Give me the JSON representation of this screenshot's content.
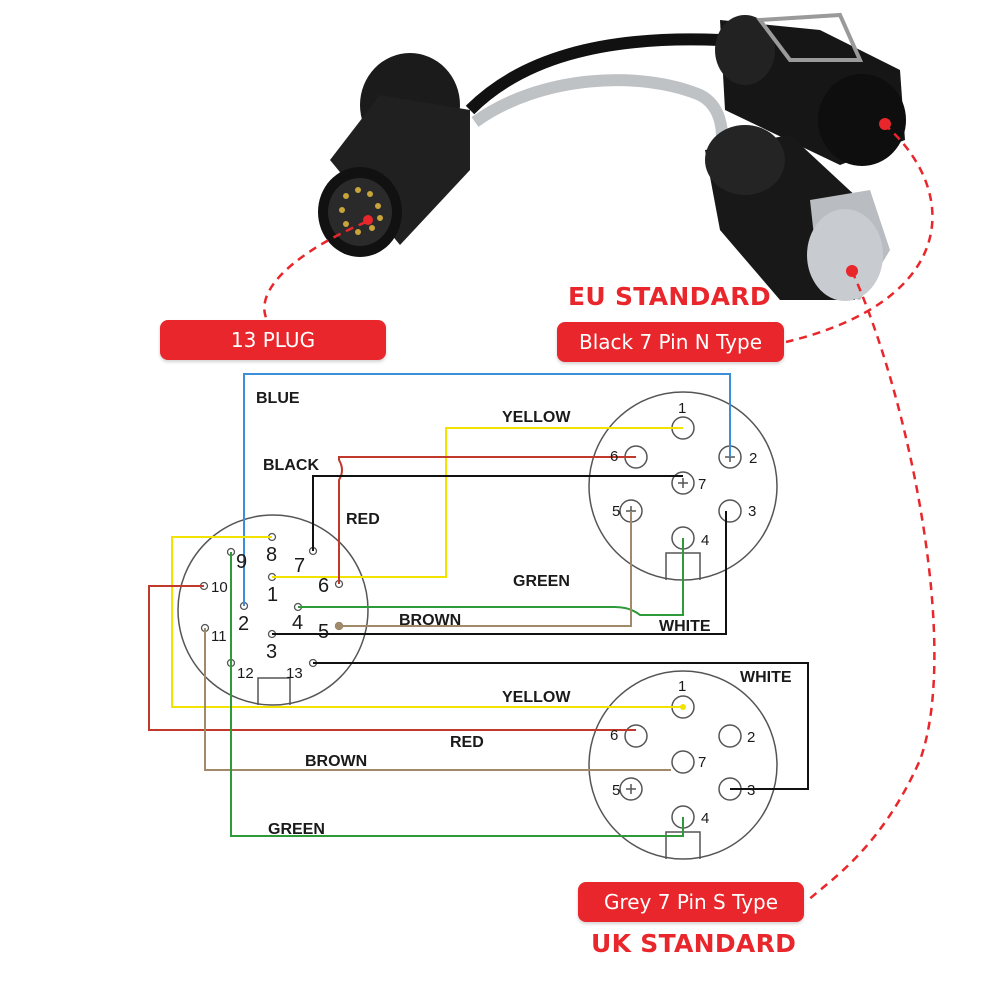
{
  "labels": {
    "plug_13": "13 PLUG",
    "eu_standard": "EU STANDARD",
    "black_7pin": "Black 7 Pin  N  Type",
    "grey_7pin": "Grey 7 Pin S Type",
    "uk_standard": "UK STANDARD"
  },
  "wires": {
    "blue": "BLUE",
    "yellow_n": "YELLOW",
    "black": "BLACK",
    "red_n": "RED",
    "green_n": "GREEN",
    "brown_n": "BROWN",
    "white_n": "WHITE",
    "white_s": "WHITE",
    "yellow_s": "YELLOW",
    "red_s": "RED",
    "brown_s": "BROWN",
    "green_s": "GREEN"
  },
  "pins": {
    "plug13": [
      "1",
      "2",
      "3",
      "4",
      "5",
      "6",
      "7",
      "8",
      "9",
      "10",
      "11",
      "12",
      "13"
    ],
    "socket": [
      "1",
      "2",
      "3",
      "4",
      "5",
      "6",
      "7"
    ]
  },
  "colors": {
    "accent_red": "#e8262b",
    "wire_blue": "#3a8fd6",
    "wire_yellow": "#f2e200",
    "wire_black": "#111111",
    "wire_red": "#c0392b",
    "wire_green": "#2e9a3a",
    "wire_brown": "#a08a6a"
  }
}
